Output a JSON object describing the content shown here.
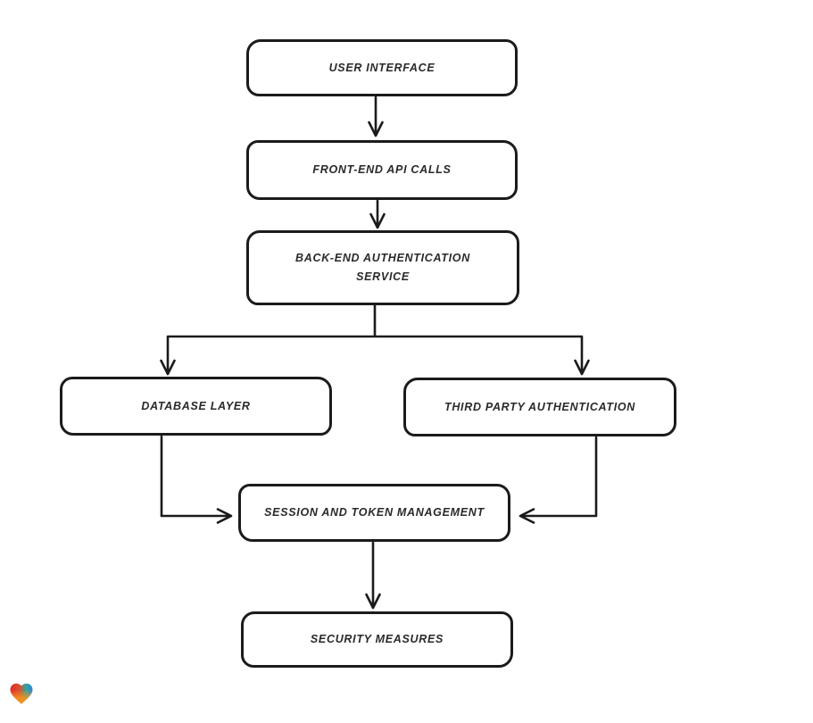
{
  "canvas": {
    "background": "#ffffff",
    "stroke_color": "#1b1b1b",
    "node_fill": "#ffffff",
    "text_color": "#2a2a2a"
  },
  "diagram": {
    "type": "flowchart",
    "nodes": [
      {
        "id": "user-interface",
        "label": "USER INTERFACE"
      },
      {
        "id": "front-end-api-calls",
        "label": "FRONT-END API CALLS"
      },
      {
        "id": "back-end-authentication-service",
        "label": "BACK-END AUTHENTICATION SERVICE"
      },
      {
        "id": "database-layer",
        "label": "DATABASE LAYER"
      },
      {
        "id": "third-party-authentication",
        "label": "THIRD PARTY AUTHENTICATION"
      },
      {
        "id": "session-and-token-management",
        "label": "SESSION AND TOKEN MANAGEMENT"
      },
      {
        "id": "security-measures",
        "label": "SECURITY MEASURES"
      }
    ],
    "edges": [
      {
        "from": "user-interface",
        "to": "front-end-api-calls"
      },
      {
        "from": "front-end-api-calls",
        "to": "back-end-authentication-service"
      },
      {
        "from": "back-end-authentication-service",
        "to": "database-layer"
      },
      {
        "from": "back-end-authentication-service",
        "to": "third-party-authentication"
      },
      {
        "from": "database-layer",
        "to": "session-and-token-management"
      },
      {
        "from": "third-party-authentication",
        "to": "session-and-token-management"
      },
      {
        "from": "session-and-token-management",
        "to": "security-measures"
      }
    ]
  },
  "logo": {
    "name": "gradient-heart-logo",
    "colors": {
      "red": "#e8262a",
      "orange": "#f7941d",
      "teal": "#2aa8a0",
      "blue": "#2f7fe8"
    }
  }
}
